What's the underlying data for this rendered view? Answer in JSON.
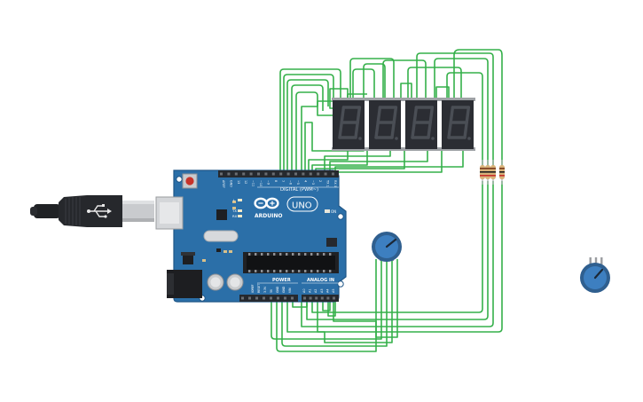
{
  "board": {
    "brand": "ARDUINO",
    "model": "UNO",
    "digital_label": "DIGITAL (PWM~)",
    "power_label": "POWER",
    "analog_label": "ANALOG IN",
    "on_label": "ON",
    "tx_label": "TX",
    "rx_label": "RX",
    "led_l_label": "L",
    "top_pins": [
      "AREF",
      "GND",
      "13",
      "12",
      "~11",
      "~10",
      "~9",
      "8",
      "7",
      "~6",
      "~5",
      "4",
      "~3",
      "2",
      "TX 1",
      "RX 0"
    ],
    "power_pins": [
      "IOREF",
      "RESET",
      "3.3V",
      "5V",
      "GND",
      "GND",
      "VIN"
    ],
    "analog_pins": [
      "A0",
      "A1",
      "A2",
      "A3",
      "A4",
      "A5"
    ]
  },
  "display": {
    "digit_count": 4,
    "segment_color": "#4a4e55",
    "body_color": "#2b2d33"
  },
  "colors": {
    "wire": "#35b04a",
    "board": "#2b6fa8",
    "board_dark": "#1f5687",
    "header": "#26292e",
    "chip": "#1e1f22",
    "resistor": "#d8b27a",
    "pot": "#3d7fc0"
  },
  "components": [
    "usb-cable",
    "arduino-uno",
    "seven-segment-display",
    "resistor-array",
    "potentiometer",
    "potentiometer"
  ]
}
